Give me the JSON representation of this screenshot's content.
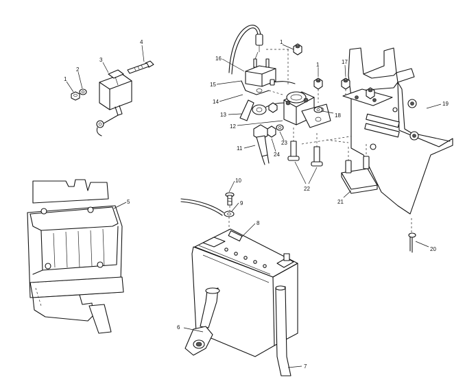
{
  "callouts": [
    {
      "id": "c1a",
      "text": "1"
    },
    {
      "id": "c1b",
      "text": "1"
    },
    {
      "id": "c1c",
      "text": "1"
    },
    {
      "id": "c2",
      "text": "2"
    },
    {
      "id": "c3",
      "text": "3"
    },
    {
      "id": "c4",
      "text": "4"
    },
    {
      "id": "c5",
      "text": "5"
    },
    {
      "id": "c6",
      "text": "6"
    },
    {
      "id": "c7",
      "text": "7"
    },
    {
      "id": "c8",
      "text": "8"
    },
    {
      "id": "c9",
      "text": "9"
    },
    {
      "id": "c10",
      "text": "10"
    },
    {
      "id": "c11",
      "text": "11"
    },
    {
      "id": "c12",
      "text": "12"
    },
    {
      "id": "c13",
      "text": "13"
    },
    {
      "id": "c14",
      "text": "14"
    },
    {
      "id": "c15",
      "text": "15"
    },
    {
      "id": "c16",
      "text": "16"
    },
    {
      "id": "c17",
      "text": "17"
    },
    {
      "id": "c18",
      "text": "18"
    },
    {
      "id": "c19",
      "text": "19"
    },
    {
      "id": "c20",
      "text": "20"
    },
    {
      "id": "c21",
      "text": "21"
    },
    {
      "id": "c22",
      "text": "22"
    },
    {
      "id": "c23",
      "text": "23"
    },
    {
      "id": "c24",
      "text": "24"
    }
  ]
}
